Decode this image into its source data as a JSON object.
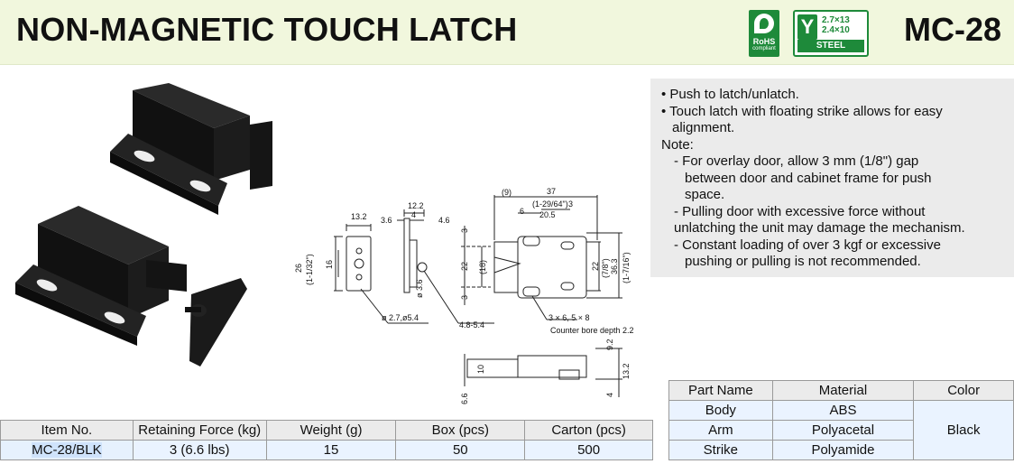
{
  "header": {
    "title": "NON-MAGNETIC TOUCH LATCH",
    "model": "MC-28",
    "rohs_label": "RoHS",
    "rohs_sub": "compliant",
    "screw_dims": [
      "2.7×13",
      "2.4×10"
    ],
    "screw_material": "STEEL"
  },
  "notes": {
    "bullets": [
      "• Push to latch/unlatch.",
      "• Touch latch with floating strike allows for easy",
      "alignment."
    ],
    "note_label": "Note:",
    "items": [
      "- For overlay door, allow 3 mm (1/8\") gap",
      "between door and cabinet frame for push",
      "space.",
      "- Pulling door with excessive force without",
      "unlatching the unit may damage the mechanism.",
      "- Constant loading of over 3 kgf or excessive",
      "pushing or pulling is not recommended."
    ]
  },
  "drawing": {
    "dims": {
      "d13_2": "13.2",
      "d26": "26",
      "d26_in": "(1-1/32\")",
      "d16": "16",
      "d12_2": "12.2",
      "d3_6": "3.6",
      "d4": "4",
      "d4_6": "4.6",
      "d3_6b": "ø 3.6",
      "d2_7": "ø 2.7,ø5.4",
      "d4_8": "4.8-5.4",
      "d9": "(9)",
      "d37": "37",
      "d37_in": "(1-29/64\")",
      "d6": "6",
      "d20_5": "20.5",
      "d3a": "3",
      "d3b": "3",
      "d3c": "3",
      "d22a": "22",
      "d18": "(18)",
      "d22b": "22",
      "d7_8": "(7/8\")",
      "d36_3": "36.3",
      "d36_in": "(1-7/16\")",
      "bore1": "3 × 6, 5 × 8",
      "bore2": "Counter bore depth 2.2",
      "d10": "10",
      "d9_2": "9.2",
      "d13_2b": "13.2",
      "d4b": "4",
      "d6_6": "6.6"
    }
  },
  "spec_table": {
    "headers": [
      "Item No.",
      "Retaining Force (kg)",
      "Weight (g)",
      "Box (pcs)",
      "Carton (pcs)"
    ],
    "row": [
      "MC-28/BLK",
      "3 (6.6 lbs)",
      "15",
      "50",
      "500"
    ]
  },
  "material_table": {
    "headers": [
      "Part Name",
      "Material",
      "Color"
    ],
    "rows": [
      [
        "Body",
        "ABS"
      ],
      [
        "Arm",
        "Polyacetal"
      ],
      [
        "Strike",
        "Polyamide"
      ]
    ],
    "color": "Black"
  },
  "colors": {
    "header_bg": "#f1f7dd",
    "green": "#1e8a3a",
    "notes_bg": "#ebebeb",
    "table_cell": "#eaf3ff"
  }
}
